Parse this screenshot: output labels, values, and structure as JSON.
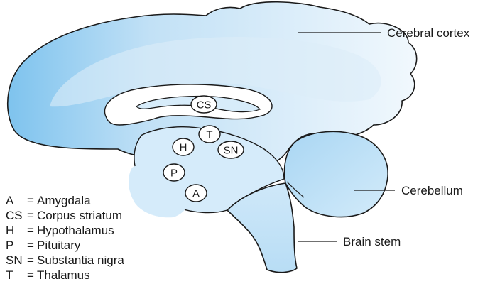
{
  "labels": {
    "cortex": "Cerebral cortex",
    "cerebellum": "Cerebellum",
    "brainstem": "Brain stem"
  },
  "regions": {
    "cs": "CS",
    "t": "T",
    "h": "H",
    "sn": "SN",
    "p": "P",
    "a": "A"
  },
  "key": [
    {
      "abbr": "A",
      "name": "Amygdala"
    },
    {
      "abbr": "CS",
      "name": "Corpus striatum"
    },
    {
      "abbr": "H",
      "name": "Hypothalamus"
    },
    {
      "abbr": "P",
      "name": "Pituitary"
    },
    {
      "abbr": "SN",
      "name": "Substantia nigra"
    },
    {
      "abbr": "T",
      "name": "Thalamus"
    }
  ],
  "key_separator": "=",
  "colors": {
    "fill_light": "#e6f3fc",
    "fill_mid": "#c2e1f6",
    "fill_dark": "#7ec3ee",
    "outline": "#1a1a1a"
  }
}
